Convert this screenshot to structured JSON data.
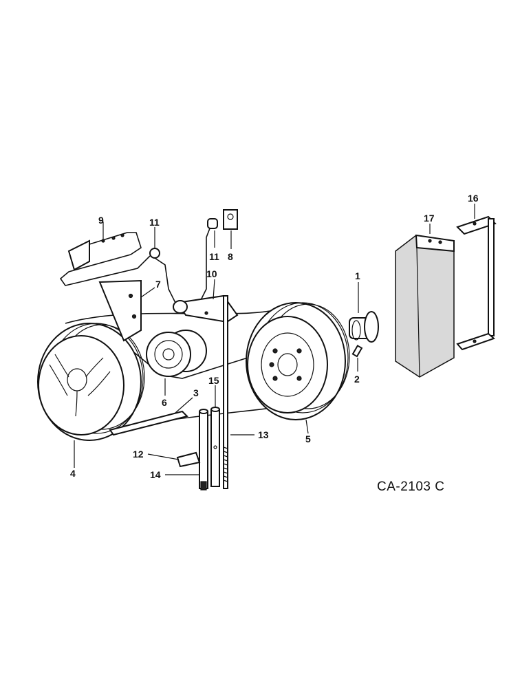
{
  "drawing_code": "CA-2103 C",
  "callouts": [
    {
      "id": "c1",
      "text": "1"
    },
    {
      "id": "c2",
      "text": "2"
    },
    {
      "id": "c3",
      "text": "3"
    },
    {
      "id": "c4",
      "text": "4"
    },
    {
      "id": "c5",
      "text": "5"
    },
    {
      "id": "c6",
      "text": "6"
    },
    {
      "id": "c7",
      "text": "7"
    },
    {
      "id": "c8",
      "text": "8"
    },
    {
      "id": "c9",
      "text": "9"
    },
    {
      "id": "c10",
      "text": "10"
    },
    {
      "id": "c11a",
      "text": "11"
    },
    {
      "id": "c11b",
      "text": "11"
    },
    {
      "id": "c12",
      "text": "12"
    },
    {
      "id": "c13",
      "text": "13"
    },
    {
      "id": "c14",
      "text": "14"
    },
    {
      "id": "c15",
      "text": "15"
    },
    {
      "id": "c16",
      "text": "16"
    },
    {
      "id": "c17",
      "text": "17"
    }
  ]
}
